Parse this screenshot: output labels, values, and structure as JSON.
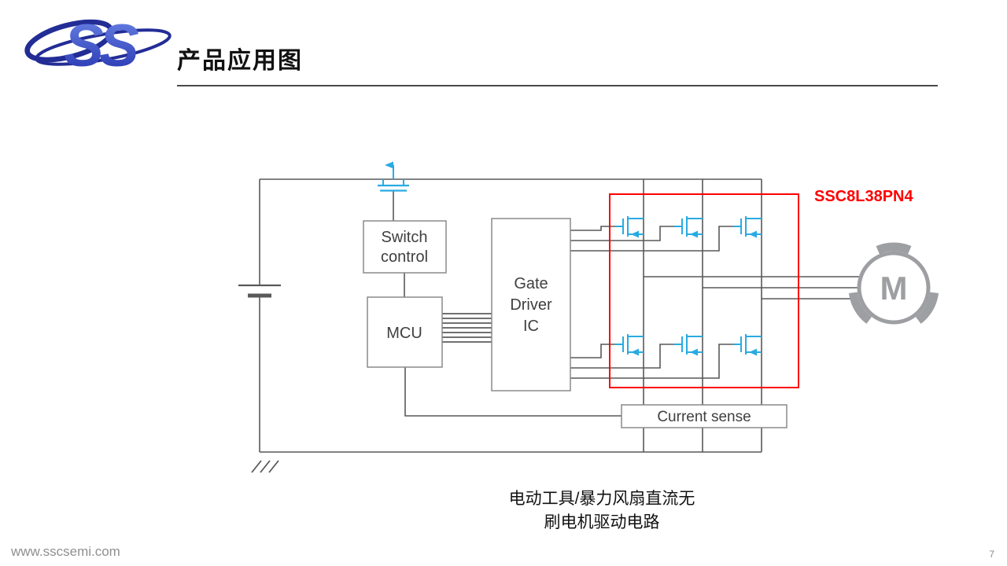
{
  "header": {
    "logo": "SS",
    "title": "产品应用图"
  },
  "diagram": {
    "switch_control_line1": "Switch",
    "switch_control_line2": "control",
    "mcu": "MCU",
    "gate_driver_line1": "Gate",
    "gate_driver_line2": "Driver",
    "gate_driver_line3": "IC",
    "current_sense": "Current sense",
    "motor": "M",
    "part_number": "SSC8L38PN4",
    "colors": {
      "mosfet_blue": "#29abe2",
      "wire_gray": "#58595b",
      "highlight_red": "#ff0000",
      "motor_gray": "#9d9fa2"
    }
  },
  "caption": {
    "line1": "电动工具/暴力风扇直流无",
    "line2": "刷电机驱动电路"
  },
  "footer": {
    "website": "www.sscsemi.com",
    "page": "7"
  }
}
